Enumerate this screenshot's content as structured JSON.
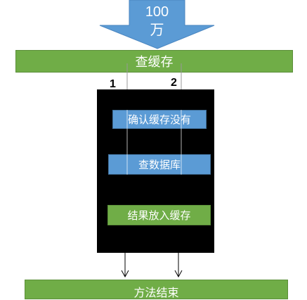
{
  "top_arrow": {
    "line1": "100",
    "line2": "万",
    "color": "#5b9bd5"
  },
  "query_cache_bar": {
    "label": "查缓存",
    "color": "#70ad47"
  },
  "thread_labels": {
    "thread1": "1",
    "thread2": "2"
  },
  "steps": {
    "confirm_cache_empty": "确认缓存没有",
    "query_database": "查数据库",
    "put_result_in_cache": "结果放入缓存"
  },
  "method_end_bar": {
    "label": "方法结束",
    "color": "#70ad47"
  },
  "panel_color": "#000000"
}
